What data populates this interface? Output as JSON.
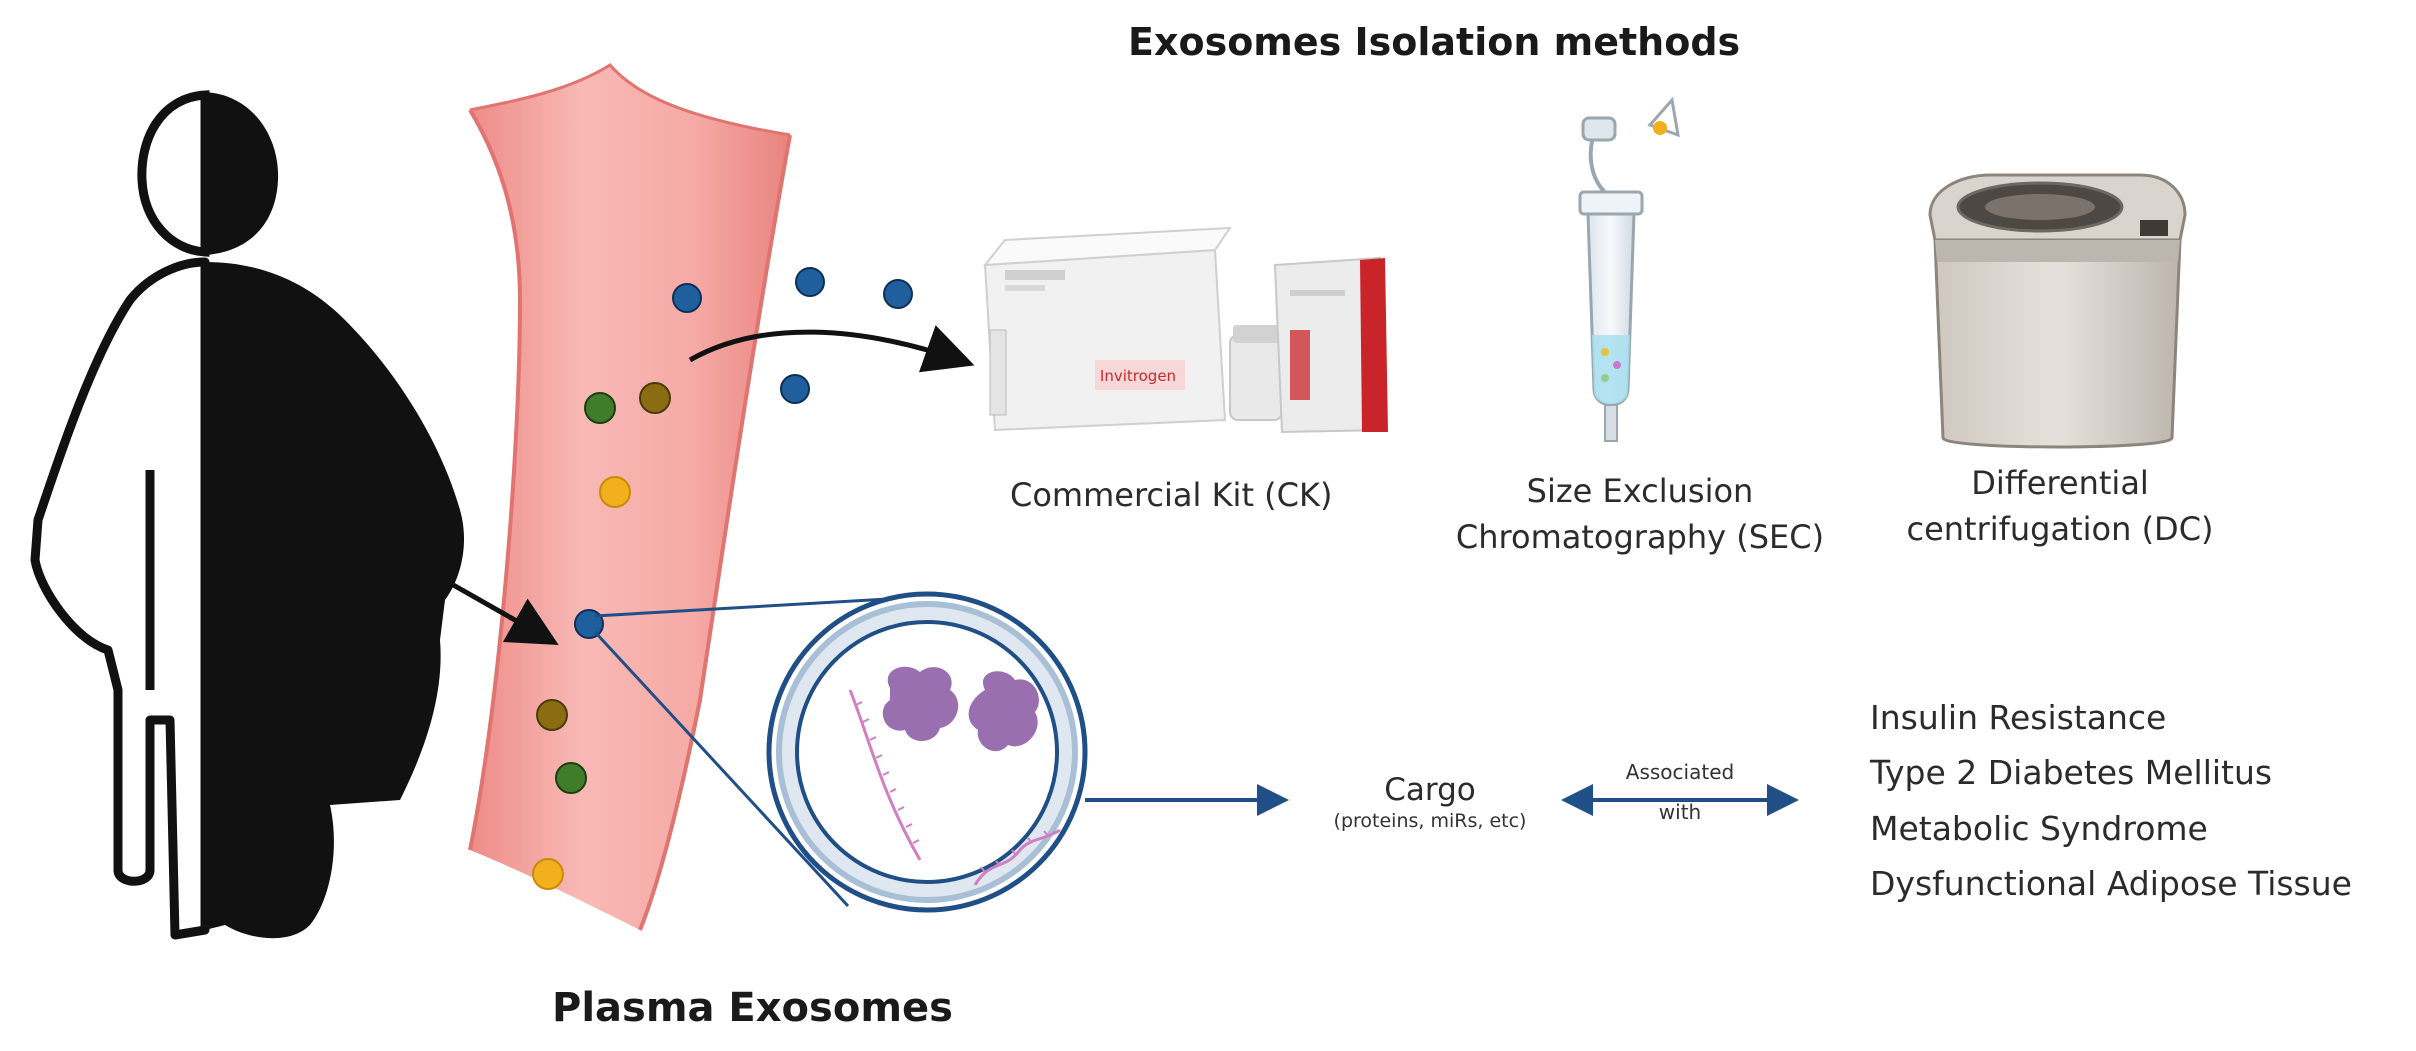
{
  "header": {
    "title": "Exosomes Isolation methods"
  },
  "methods": [
    {
      "label": "Commercial Kit (CK)"
    },
    {
      "label_line1": "Size Exclusion",
      "label_line2": "Chromatography (SEC)"
    },
    {
      "label_line1": "Differential",
      "label_line2": "centrifugation (DC)"
    }
  ],
  "kit": {
    "brand_text": "Invitrogen"
  },
  "plasma": {
    "label": "Plasma Exosomes"
  },
  "cargo": {
    "label": "Cargo",
    "sublabel": "(proteins, miRs, etc)"
  },
  "association": {
    "line1": "Associated",
    "line2": "with"
  },
  "conditions": [
    "Insulin Resistance",
    "Type 2 Diabetes Mellitus",
    "Metabolic Syndrome",
    "Dysfunctional Adipose Tissue"
  ],
  "colors": {
    "vessel": "#f4a3a0",
    "vessel_edge": "#e07470",
    "exosome_blue": "#1f5f9e",
    "exosome_green": "#3f7d2a",
    "exosome_olive": "#8a6d12",
    "exosome_yellow": "#f2b01c",
    "arrow_blue": "#1f4f86",
    "cargo_purple": "#9a6fb0",
    "silhouette": "#111111"
  }
}
